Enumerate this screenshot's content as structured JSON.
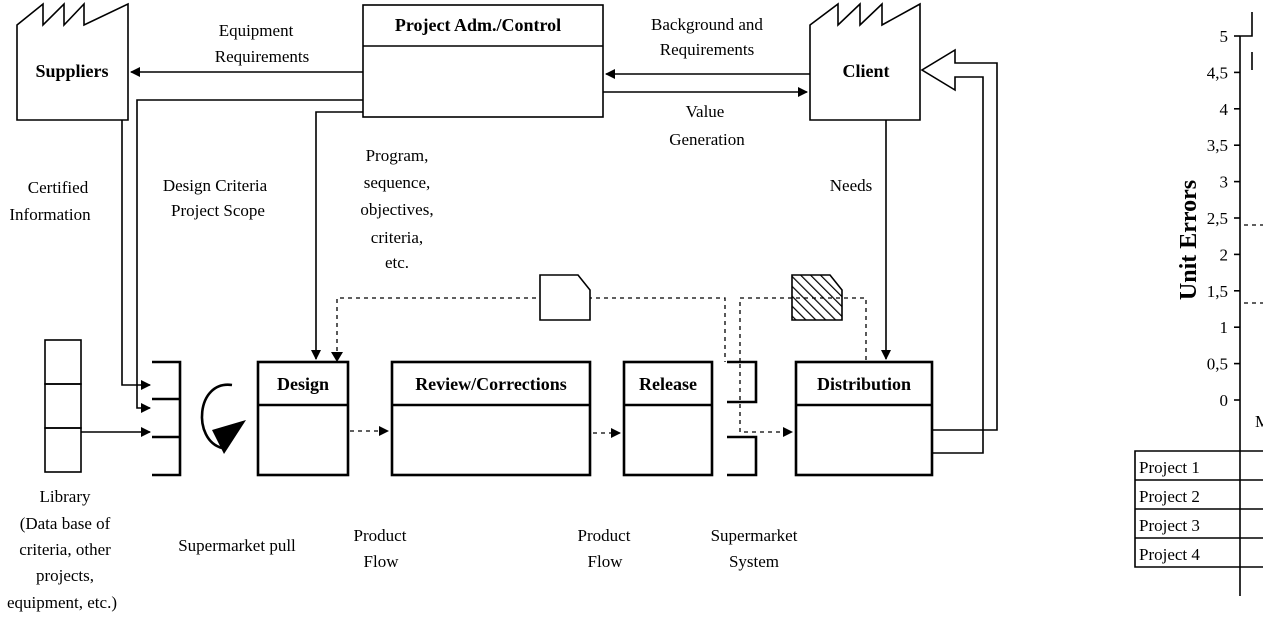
{
  "diagram": {
    "nodes": {
      "suppliers": "Suppliers",
      "project_adm": "Project Adm./Control",
      "client": "Client",
      "design": "Design",
      "review": "Review/Corrections",
      "release": "Release",
      "distribution": "Distribution"
    },
    "labels": {
      "equipment_requirements": [
        "Equipment",
        "Requirements"
      ],
      "background_requirements": [
        "Background and",
        "Requirements"
      ],
      "value_generation": [
        "Value",
        "Generation"
      ],
      "certified_information": [
        "Certified",
        "Information"
      ],
      "design_criteria": [
        "Design Criteria",
        "Project Scope"
      ],
      "program": [
        "Program,",
        "sequence,",
        "objectives,",
        "criteria,",
        "etc."
      ],
      "needs": "Needs",
      "library": [
        "Library",
        "(Data base of",
        "criteria, other",
        "projects,",
        "equipment, etc.)"
      ],
      "supermarket_pull": "Supermarket pull",
      "product_flow_1": [
        "Product",
        "Flow"
      ],
      "product_flow_2": [
        "Product",
        "Flow"
      ],
      "supermarket_system": [
        "Supermarket",
        "System"
      ]
    }
  },
  "chart_data": {
    "type": "bar",
    "ylabel": "Unit Errors",
    "ylim": [
      0,
      5
    ],
    "y_ticks": [
      "5",
      "4,5",
      "4",
      "3,5",
      "3",
      "2,5",
      "2",
      "1,5",
      "1",
      "0,5",
      "0"
    ],
    "x_label_partial": "M",
    "table_rows": [
      "Project 1",
      "Project 2",
      "Project 3",
      "Project 4"
    ]
  }
}
